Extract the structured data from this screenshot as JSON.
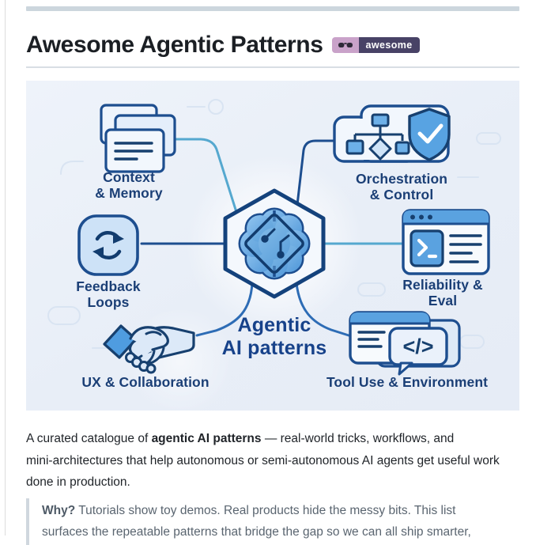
{
  "window": {
    "left_border_color": "#dcdcdc",
    "top_rule_color": "#ccd6dd"
  },
  "header": {
    "title": "Awesome Agentic Patterns",
    "badge": {
      "label": "awesome",
      "icon": "sunglasses-icon",
      "left_bg": "#c9a2c9",
      "right_bg": "#484266"
    }
  },
  "hero": {
    "center_label": {
      "lines": [
        "Agentic",
        "AI patterns"
      ]
    },
    "nodes": [
      {
        "id": "context-memory",
        "icon": "stacked-cards-icon",
        "lines": [
          "Context",
          "& Memory"
        ]
      },
      {
        "id": "orchestration-control",
        "icon": "flowchart-shield-icon",
        "lines": [
          "Orchestration",
          "& Control"
        ]
      },
      {
        "id": "feedback-loops",
        "icon": "cycle-arrows-icon",
        "lines": [
          "Feedback",
          "Loops"
        ]
      },
      {
        "id": "reliability-eval",
        "icon": "terminal-window-icon",
        "lines": [
          "Reliability &",
          "Eval"
        ]
      },
      {
        "id": "ux-collaboration",
        "icon": "handshake-icon",
        "lines": [
          "UX & Collaboration"
        ]
      },
      {
        "id": "tool-use-environment",
        "icon": "code-window-icon",
        "lines": [
          "Tool Use & Environment"
        ]
      }
    ],
    "colors": {
      "background": "#e9eff8",
      "outline_navy": "#1d4e8f",
      "dark_navy": "#17406f",
      "accent_blue": "#5aa2e0",
      "light_fill": "#f5f9fd",
      "label_text": "#1b3f76",
      "connector_teal": "#55a8cf",
      "connector_blue": "#2d6cb5"
    }
  },
  "intro": {
    "line1_before_bold": "A curated catalogue of ",
    "bold": "agentic AI patterns",
    "line1_after_bold": " — real-world tricks, workflows, and",
    "line2": "mini-architectures that help autonomous or semi-autonomous AI agents get useful work",
    "line3": "done in production."
  },
  "quote": {
    "bold_lead": "Why?",
    "line1": " Tutorials show toy demos. Real products hide the messy bits. This list",
    "line2": "surfaces the repeatable patterns that bridge the gap so we can all ship smarter,"
  }
}
